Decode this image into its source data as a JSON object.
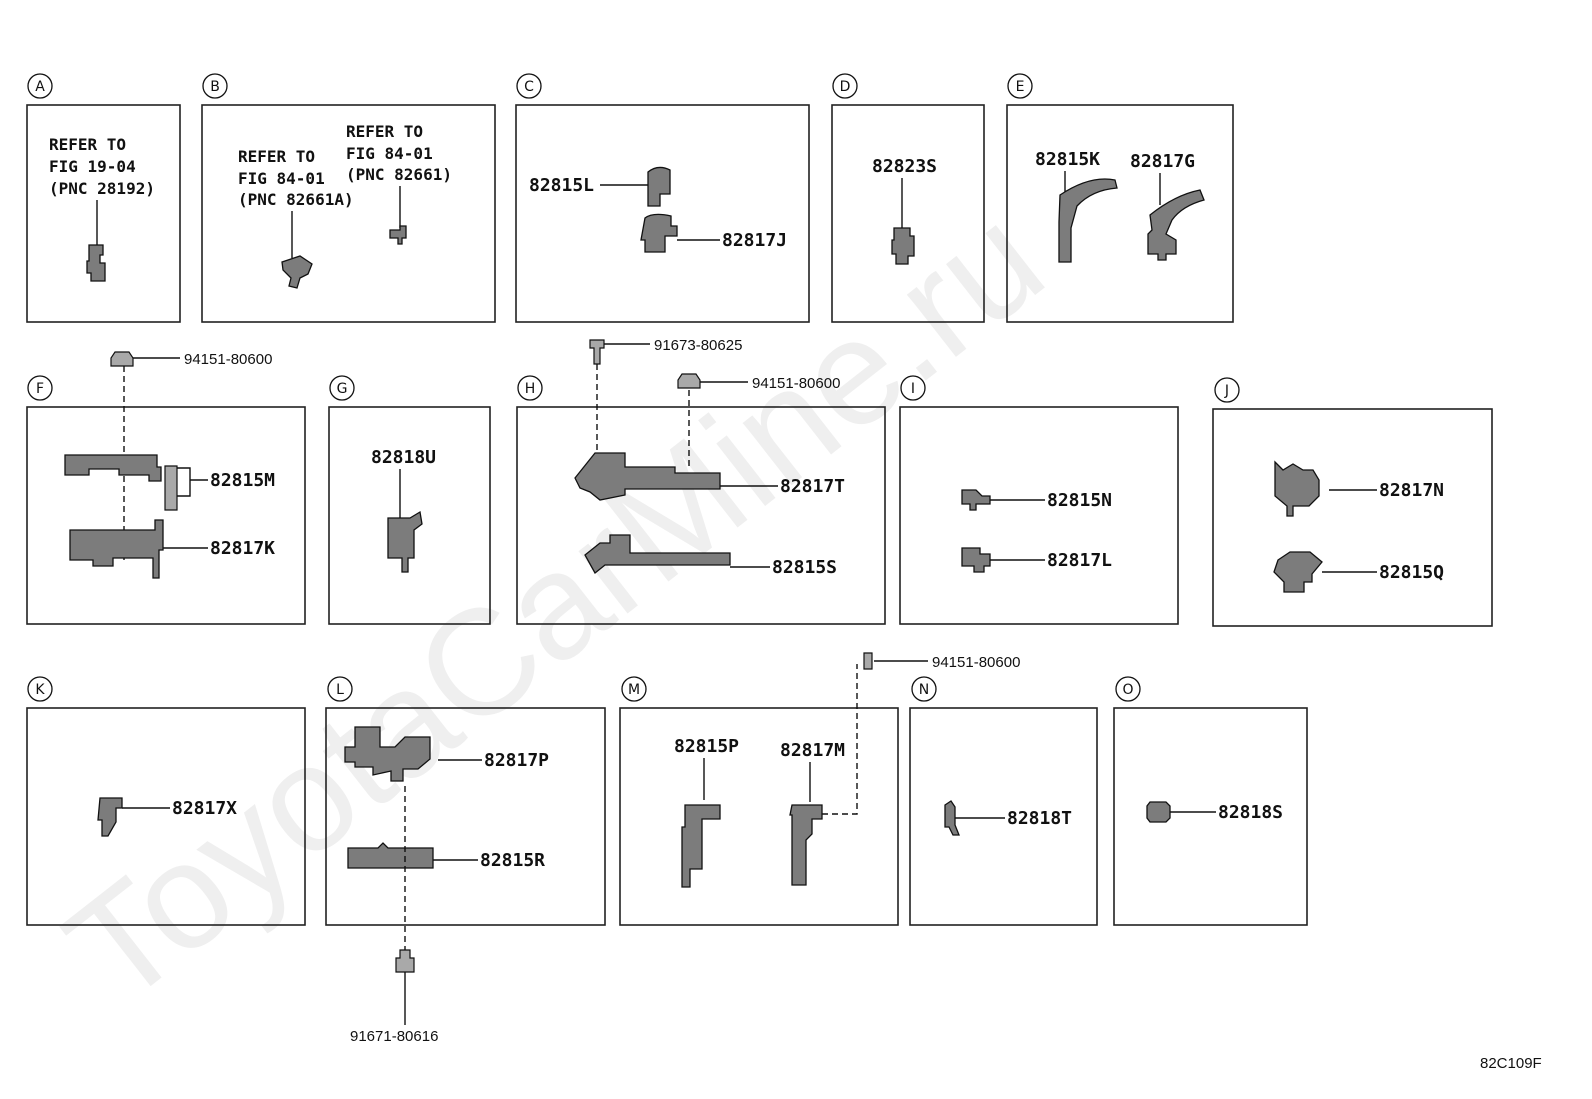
{
  "watermark": "ToyotaCarMine.ru",
  "figure_code": "82C109F",
  "panels": {
    "A": {
      "letter": "A",
      "ref": [
        "REFER TO",
        "FIG 19-04",
        "(PNC 28192)"
      ]
    },
    "B": {
      "letter": "B",
      "ref_left": [
        "REFER TO",
        "FIG 84-01",
        "(PNC 82661A)"
      ],
      "ref_right": [
        "REFER TO",
        "FIG 84-01",
        "(PNC 82661)"
      ]
    },
    "C": {
      "letter": "C",
      "parts": [
        "82815L",
        "82817J"
      ]
    },
    "D": {
      "letter": "D",
      "parts": [
        "82823S"
      ]
    },
    "E": {
      "letter": "E",
      "parts": [
        "82815K",
        "82817G"
      ]
    },
    "F": {
      "letter": "F",
      "parts": [
        "82815M",
        "82817K"
      ],
      "fastener": "94151-80600"
    },
    "G": {
      "letter": "G",
      "parts": [
        "82818U"
      ]
    },
    "H": {
      "letter": "H",
      "parts": [
        "82817T",
        "82815S"
      ],
      "fasteners": [
        "91673-80625",
        "94151-80600"
      ]
    },
    "I": {
      "letter": "I",
      "parts": [
        "82815N",
        "82817L"
      ]
    },
    "J": {
      "letter": "J",
      "parts": [
        "82817N",
        "82815Q"
      ]
    },
    "K": {
      "letter": "K",
      "parts": [
        "82817X"
      ]
    },
    "L": {
      "letter": "L",
      "parts": [
        "82817P",
        "82815R"
      ],
      "fastener": "91671-80616"
    },
    "M": {
      "letter": "M",
      "parts": [
        "82815P",
        "82817M"
      ],
      "fastener": "94151-80600"
    },
    "N": {
      "letter": "N",
      "parts": [
        "82818T"
      ]
    },
    "O": {
      "letter": "O",
      "parts": [
        "82818S"
      ]
    }
  }
}
